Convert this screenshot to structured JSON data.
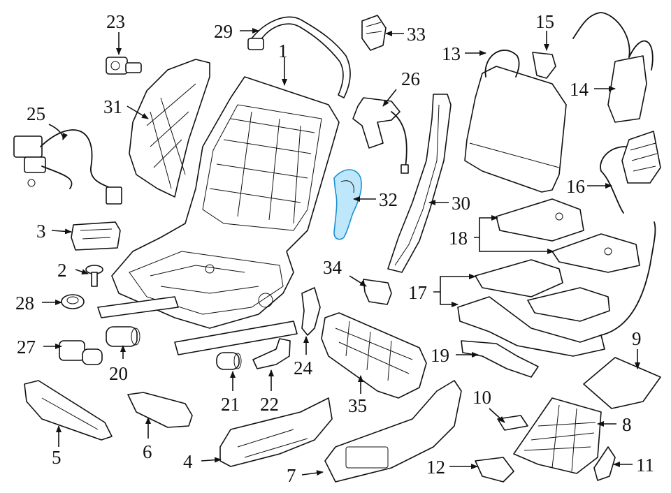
{
  "diagram": {
    "highlight_color": "#bfe7fb",
    "highlight_stroke": "#1a8fd0",
    "highlighted_part": "32",
    "callouts": [
      {
        "id": "c1",
        "label": "1"
      },
      {
        "id": "c2",
        "label": "2"
      },
      {
        "id": "c3",
        "label": "3"
      },
      {
        "id": "c4",
        "label": "4"
      },
      {
        "id": "c5",
        "label": "5"
      },
      {
        "id": "c6",
        "label": "6"
      },
      {
        "id": "c7",
        "label": "7"
      },
      {
        "id": "c8",
        "label": "8"
      },
      {
        "id": "c9",
        "label": "9"
      },
      {
        "id": "c10",
        "label": "10"
      },
      {
        "id": "c11",
        "label": "11"
      },
      {
        "id": "c12",
        "label": "12"
      },
      {
        "id": "c13",
        "label": "13"
      },
      {
        "id": "c14",
        "label": "14"
      },
      {
        "id": "c15",
        "label": "15"
      },
      {
        "id": "c16",
        "label": "16"
      },
      {
        "id": "c17",
        "label": "17"
      },
      {
        "id": "c18",
        "label": "18"
      },
      {
        "id": "c19",
        "label": "19"
      },
      {
        "id": "c20",
        "label": "20"
      },
      {
        "id": "c21",
        "label": "21"
      },
      {
        "id": "c22",
        "label": "22"
      },
      {
        "id": "c23",
        "label": "23"
      },
      {
        "id": "c24",
        "label": "24"
      },
      {
        "id": "c25",
        "label": "25"
      },
      {
        "id": "c26",
        "label": "26"
      },
      {
        "id": "c27",
        "label": "27"
      },
      {
        "id": "c28",
        "label": "28"
      },
      {
        "id": "c29",
        "label": "29"
      },
      {
        "id": "c30",
        "label": "30"
      },
      {
        "id": "c31",
        "label": "31"
      },
      {
        "id": "c32",
        "label": "32"
      },
      {
        "id": "c33",
        "label": "33"
      },
      {
        "id": "c34",
        "label": "34"
      },
      {
        "id": "c35",
        "label": "35"
      }
    ]
  }
}
